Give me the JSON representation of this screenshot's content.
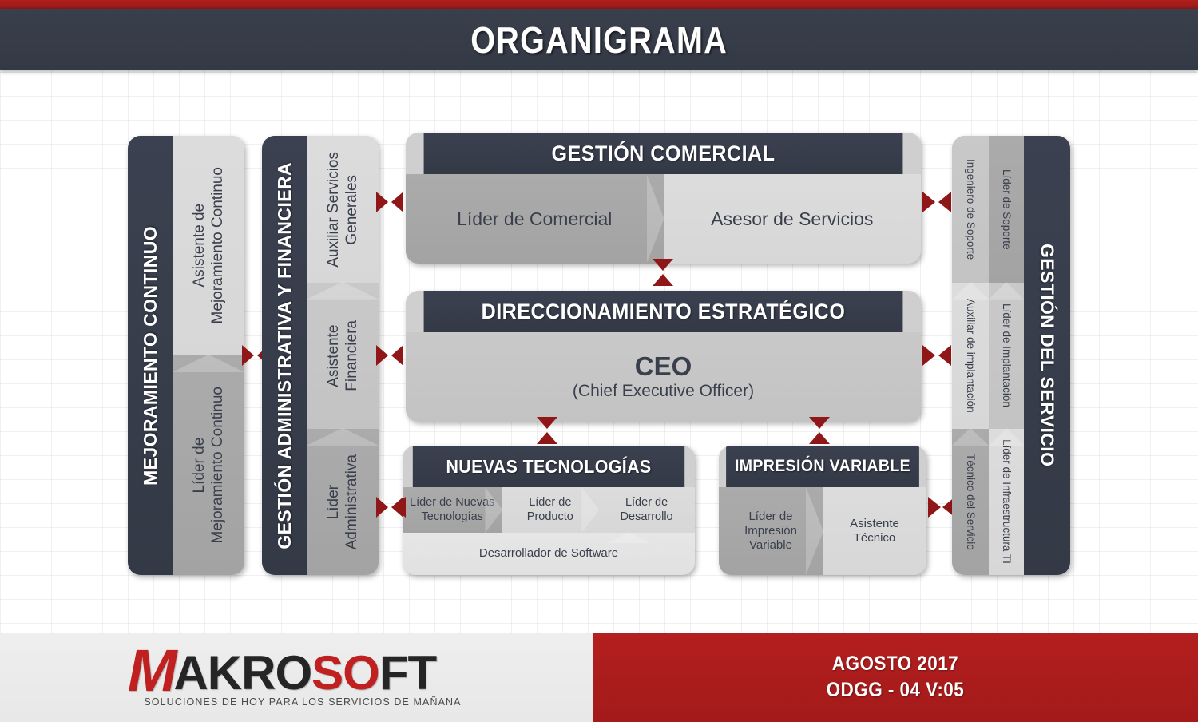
{
  "header": {
    "title": "ORGANIGRAMA"
  },
  "columns": {
    "mejoramiento": {
      "title": "MEJORAMIENTO CONTINUO",
      "cells": [
        {
          "label": "Asistente de\nMejoramiento Continuo"
        },
        {
          "label": "Líder de\nMejoramiento Continuo"
        }
      ]
    },
    "administrativa": {
      "title": "GESTIÓN ADMINISTRATIVA Y FINANCIERA",
      "cells": [
        {
          "label": "Auxiliar Servicios\nGenerales"
        },
        {
          "label": "Asistente\nFinanciera"
        },
        {
          "label": "Líder\nAdministrativa"
        }
      ]
    },
    "servicio": {
      "title": "GESTIÓN DEL SERVICIO",
      "leader_cells": [
        {
          "label": "Líder de Soporte"
        },
        {
          "label": "Líder de Implantación"
        },
        {
          "label": "Líder de Infraestructura TI"
        }
      ],
      "support_cells": [
        {
          "label": "Ingeniero de Soporte"
        },
        {
          "label": "Auxiliar de implantación"
        },
        {
          "label": "Técnico del Servicio"
        }
      ]
    }
  },
  "boxes": {
    "comercial": {
      "title": "GESTIÓN COMERCIAL",
      "cells": [
        {
          "label": "Líder de Comercial"
        },
        {
          "label": "Asesor de Servicios"
        }
      ]
    },
    "estrategico": {
      "title": "DIRECCIONAMIENTO ESTRATÉGICO",
      "role": "CEO",
      "role_sub": "(Chief Executive Officer)"
    },
    "tecnologias": {
      "title": "NUEVAS TECNOLOGÍAS",
      "cells": [
        {
          "label": "Líder de Nuevas\nTecnologías"
        },
        {
          "label": "Líder de\nProducto"
        },
        {
          "label": "Líder de\nDesarrollo"
        }
      ],
      "footer_cell": {
        "label": "Desarrollador de Software"
      }
    },
    "impresion": {
      "title": "IMPRESIÓN VARIABLE",
      "cells": [
        {
          "label": "Líder de\nImpresión\nVariable"
        },
        {
          "label": "Asistente\nTécnico"
        }
      ]
    }
  },
  "footer": {
    "logo": {
      "m": "M",
      "akro": "AKRO",
      "so": "SO",
      "ft": "FT",
      "tagline": "SOLUCIONES DE HOY PARA LOS SERVICIOS DE MAÑANA"
    },
    "date": "AGOSTO 2017",
    "code": "ODGG - 04 V:05"
  },
  "colors": {
    "accent_red": "#a31a1a",
    "dark_slate": "#343946",
    "cell_dark": "#a3a3a3",
    "cell_light": "#d7d7d7"
  }
}
